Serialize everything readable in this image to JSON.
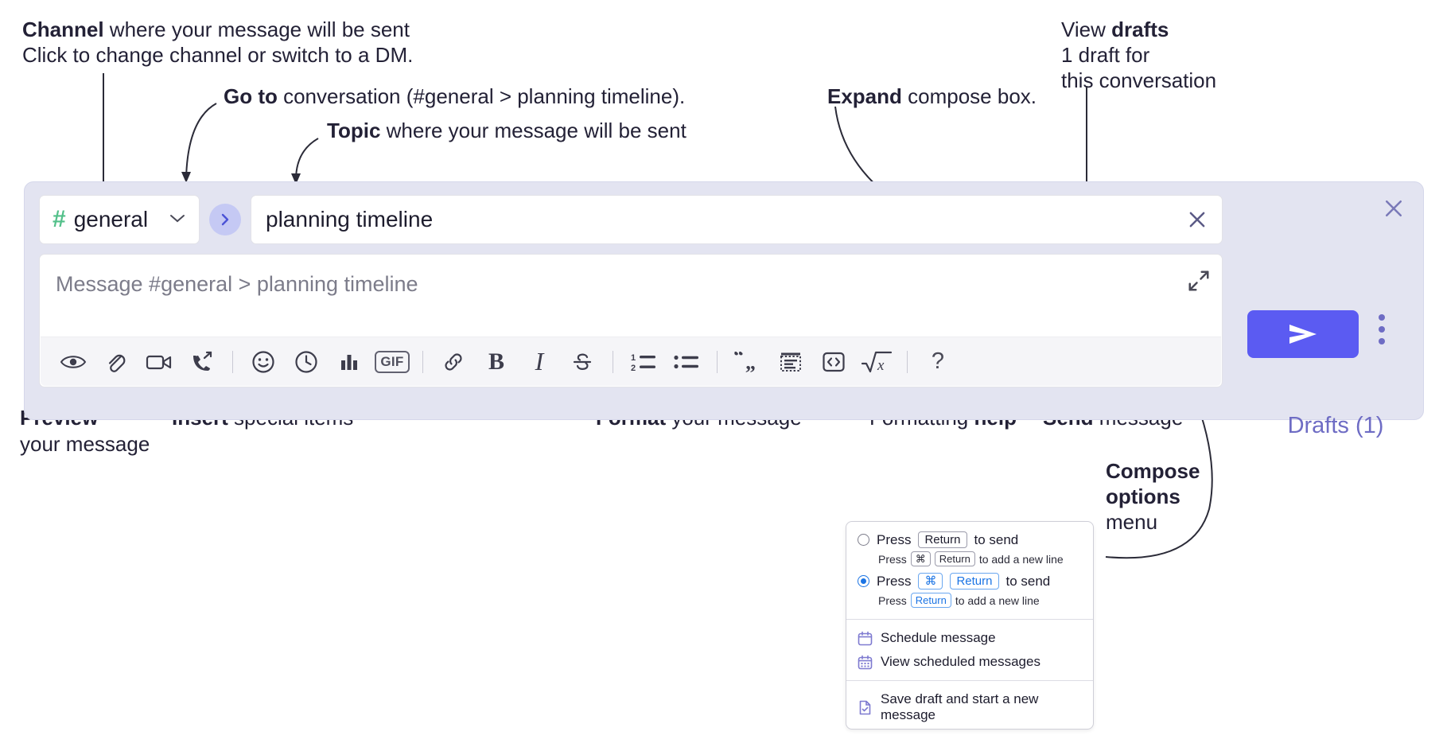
{
  "annotations": {
    "channel": {
      "bold": "Channel",
      "rest": " where your message will be sent",
      "sub": "Click to change channel or switch to a DM."
    },
    "goto": {
      "bold": "Go to",
      "rest": " conversation (#general > planning timeline)."
    },
    "topic": {
      "bold": "Topic",
      "rest": " where your message will be sent"
    },
    "expand": {
      "bold": "Expand",
      "rest": " compose box."
    },
    "drafts": {
      "line1_plain": "View ",
      "line1_bold": "drafts",
      "line2": "1 draft for",
      "line3": "this conversation"
    },
    "preview": {
      "bold": "Preview",
      "line2": "your message"
    },
    "insert": {
      "bold": "Insert",
      "rest": " special items"
    },
    "format": {
      "bold": "Format",
      "rest": " your message"
    },
    "help": {
      "plain": "Formatting ",
      "bold": "help"
    },
    "send": {
      "bold": "Send",
      "rest": " message"
    },
    "compose_options": {
      "line1": "Compose",
      "line2": "options",
      "line3": "menu"
    }
  },
  "compose": {
    "channel_name": "general",
    "hash_icon": "hash-icon",
    "chevron_icon": "chevron-down-icon",
    "goto_icon": "chevron-right-icon",
    "topic_value": "planning timeline",
    "topic_clear_icon": "close-icon",
    "message_placeholder": "Message #general > planning timeline",
    "expand_icon": "expand-diagonal-icon",
    "close_icon": "close-icon",
    "drafts_label": "Drafts (1)",
    "send_icon": "send-paper-plane-icon",
    "kebab_icon": "more-vertical-icon",
    "accent_purple": "#5b5bf2",
    "drafts_purple": "#6e6cc4",
    "hash_green": "#53c08a",
    "panel_bg": "#e3e4f1"
  },
  "toolbar": {
    "items": [
      {
        "name": "preview-icon",
        "label": "Preview"
      },
      {
        "name": "attachment-paperclip-icon",
        "label": "Attach file"
      },
      {
        "name": "video-camera-icon",
        "label": "Video clip"
      },
      {
        "name": "audio-call-icon",
        "label": "Audio clip"
      },
      {
        "name": "separator",
        "label": ""
      },
      {
        "name": "emoji-smiley-icon",
        "label": "Emoji"
      },
      {
        "name": "clock-icon",
        "label": "Reminder"
      },
      {
        "name": "bar-chart-icon",
        "label": "Poll"
      },
      {
        "name": "gif-icon",
        "label": "GIF"
      },
      {
        "name": "separator",
        "label": ""
      },
      {
        "name": "link-icon",
        "label": "Link"
      },
      {
        "name": "bold-icon",
        "label": "B"
      },
      {
        "name": "italic-icon",
        "label": "I"
      },
      {
        "name": "strikethrough-icon",
        "label": "Strikethrough"
      },
      {
        "name": "separator",
        "label": ""
      },
      {
        "name": "ordered-list-icon",
        "label": "Ordered list"
      },
      {
        "name": "bulleted-list-icon",
        "label": "Bulleted list"
      },
      {
        "name": "separator",
        "label": ""
      },
      {
        "name": "blockquote-icon",
        "label": "Blockquote"
      },
      {
        "name": "code-block-icon",
        "label": "Code block"
      },
      {
        "name": "inline-code-icon",
        "label": "Code"
      },
      {
        "name": "math-sqrt-icon",
        "label": "Math"
      },
      {
        "name": "separator",
        "label": ""
      },
      {
        "name": "help-question-icon",
        "label": "?"
      }
    ],
    "gif_label": "GIF",
    "bold_label": "B",
    "italic_label": "I",
    "help_label": "?"
  },
  "options_menu": {
    "radio1": {
      "selected": false,
      "pre": "Press",
      "key": "Return",
      "post": "to send",
      "sub_pre": "Press",
      "sub_key1": "⌘",
      "sub_key2": "Return",
      "sub_post": "to add a new line"
    },
    "radio2": {
      "selected": true,
      "pre": "Press",
      "key1": "⌘",
      "key2": "Return",
      "post": "to send",
      "sub_pre": "Press",
      "sub_key": "Return",
      "sub_post": "to add a new line"
    },
    "items": [
      {
        "icon": "calendar-schedule-icon",
        "label": "Schedule message"
      },
      {
        "icon": "calendar-grid-icon",
        "label": "View scheduled messages"
      },
      {
        "icon": "document-check-icon",
        "label": "Save draft and start a new message"
      }
    ]
  }
}
